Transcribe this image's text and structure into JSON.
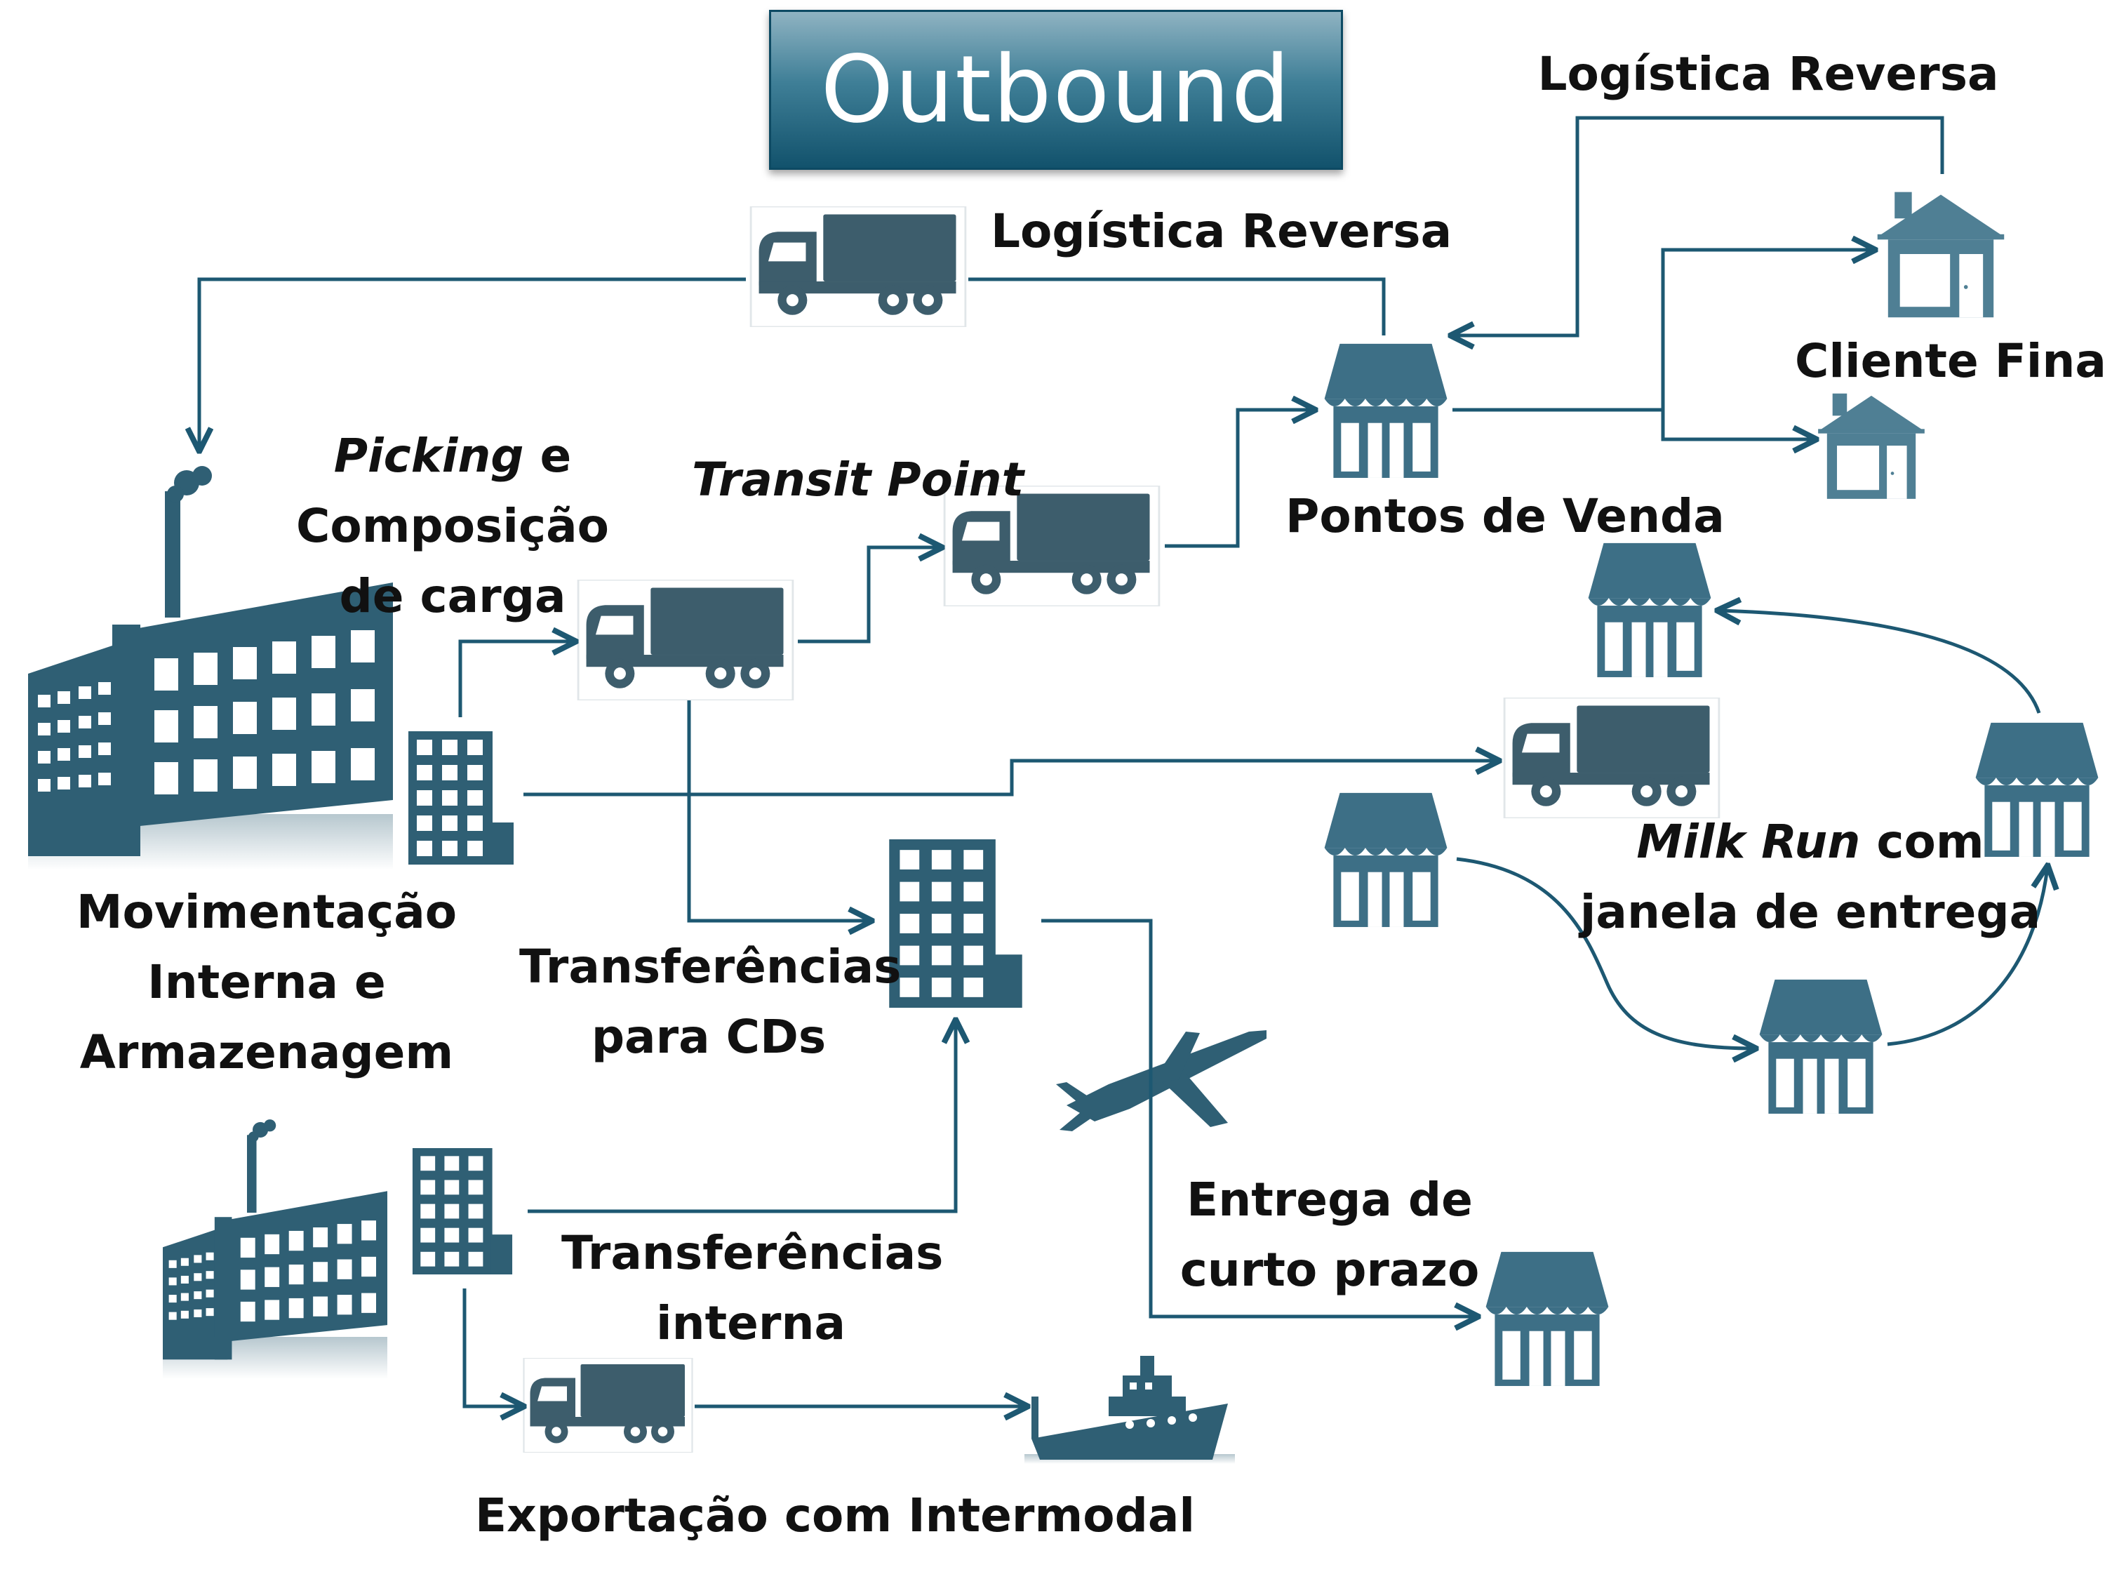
{
  "title": "Outbound",
  "labels": {
    "logistica_reversa_top": "Logística Reversa",
    "logistica_reversa_mid": "Logística Reversa",
    "cliente_final": "Cliente Final",
    "picking_em": "Picking",
    "picking_rest": " e",
    "picking_line2": "Composição",
    "picking_line3": "de carga",
    "transit_point": "Transit Point",
    "pontos_de_venda": "Pontos de Venda",
    "movimentacao_1": "Movimentação",
    "movimentacao_2": "Interna e",
    "movimentacao_3": "Armazenagem",
    "transf_cds_1": "Transferências",
    "transf_cds_2": "para CDs",
    "milk_run_em": "Milk Run",
    "milk_run_rest": " com",
    "milk_run_2": "janela de entrega",
    "entrega_1": "Entrega de",
    "entrega_2": "curto prazo",
    "transf_interna_1": "Transferências",
    "transf_interna_2": "interna",
    "exportacao": "Exportação com Intermodal"
  },
  "icons": [
    "factory-icon",
    "office-building-icon",
    "truck-icon",
    "storefront-icon",
    "house-icon",
    "airplane-icon",
    "ship-icon"
  ],
  "colors": {
    "icon": "#2f5f74",
    "line": "#1d5872",
    "title_top": "#8fb3c2",
    "title_bottom": "#12526c",
    "house": "#4f7f94"
  }
}
